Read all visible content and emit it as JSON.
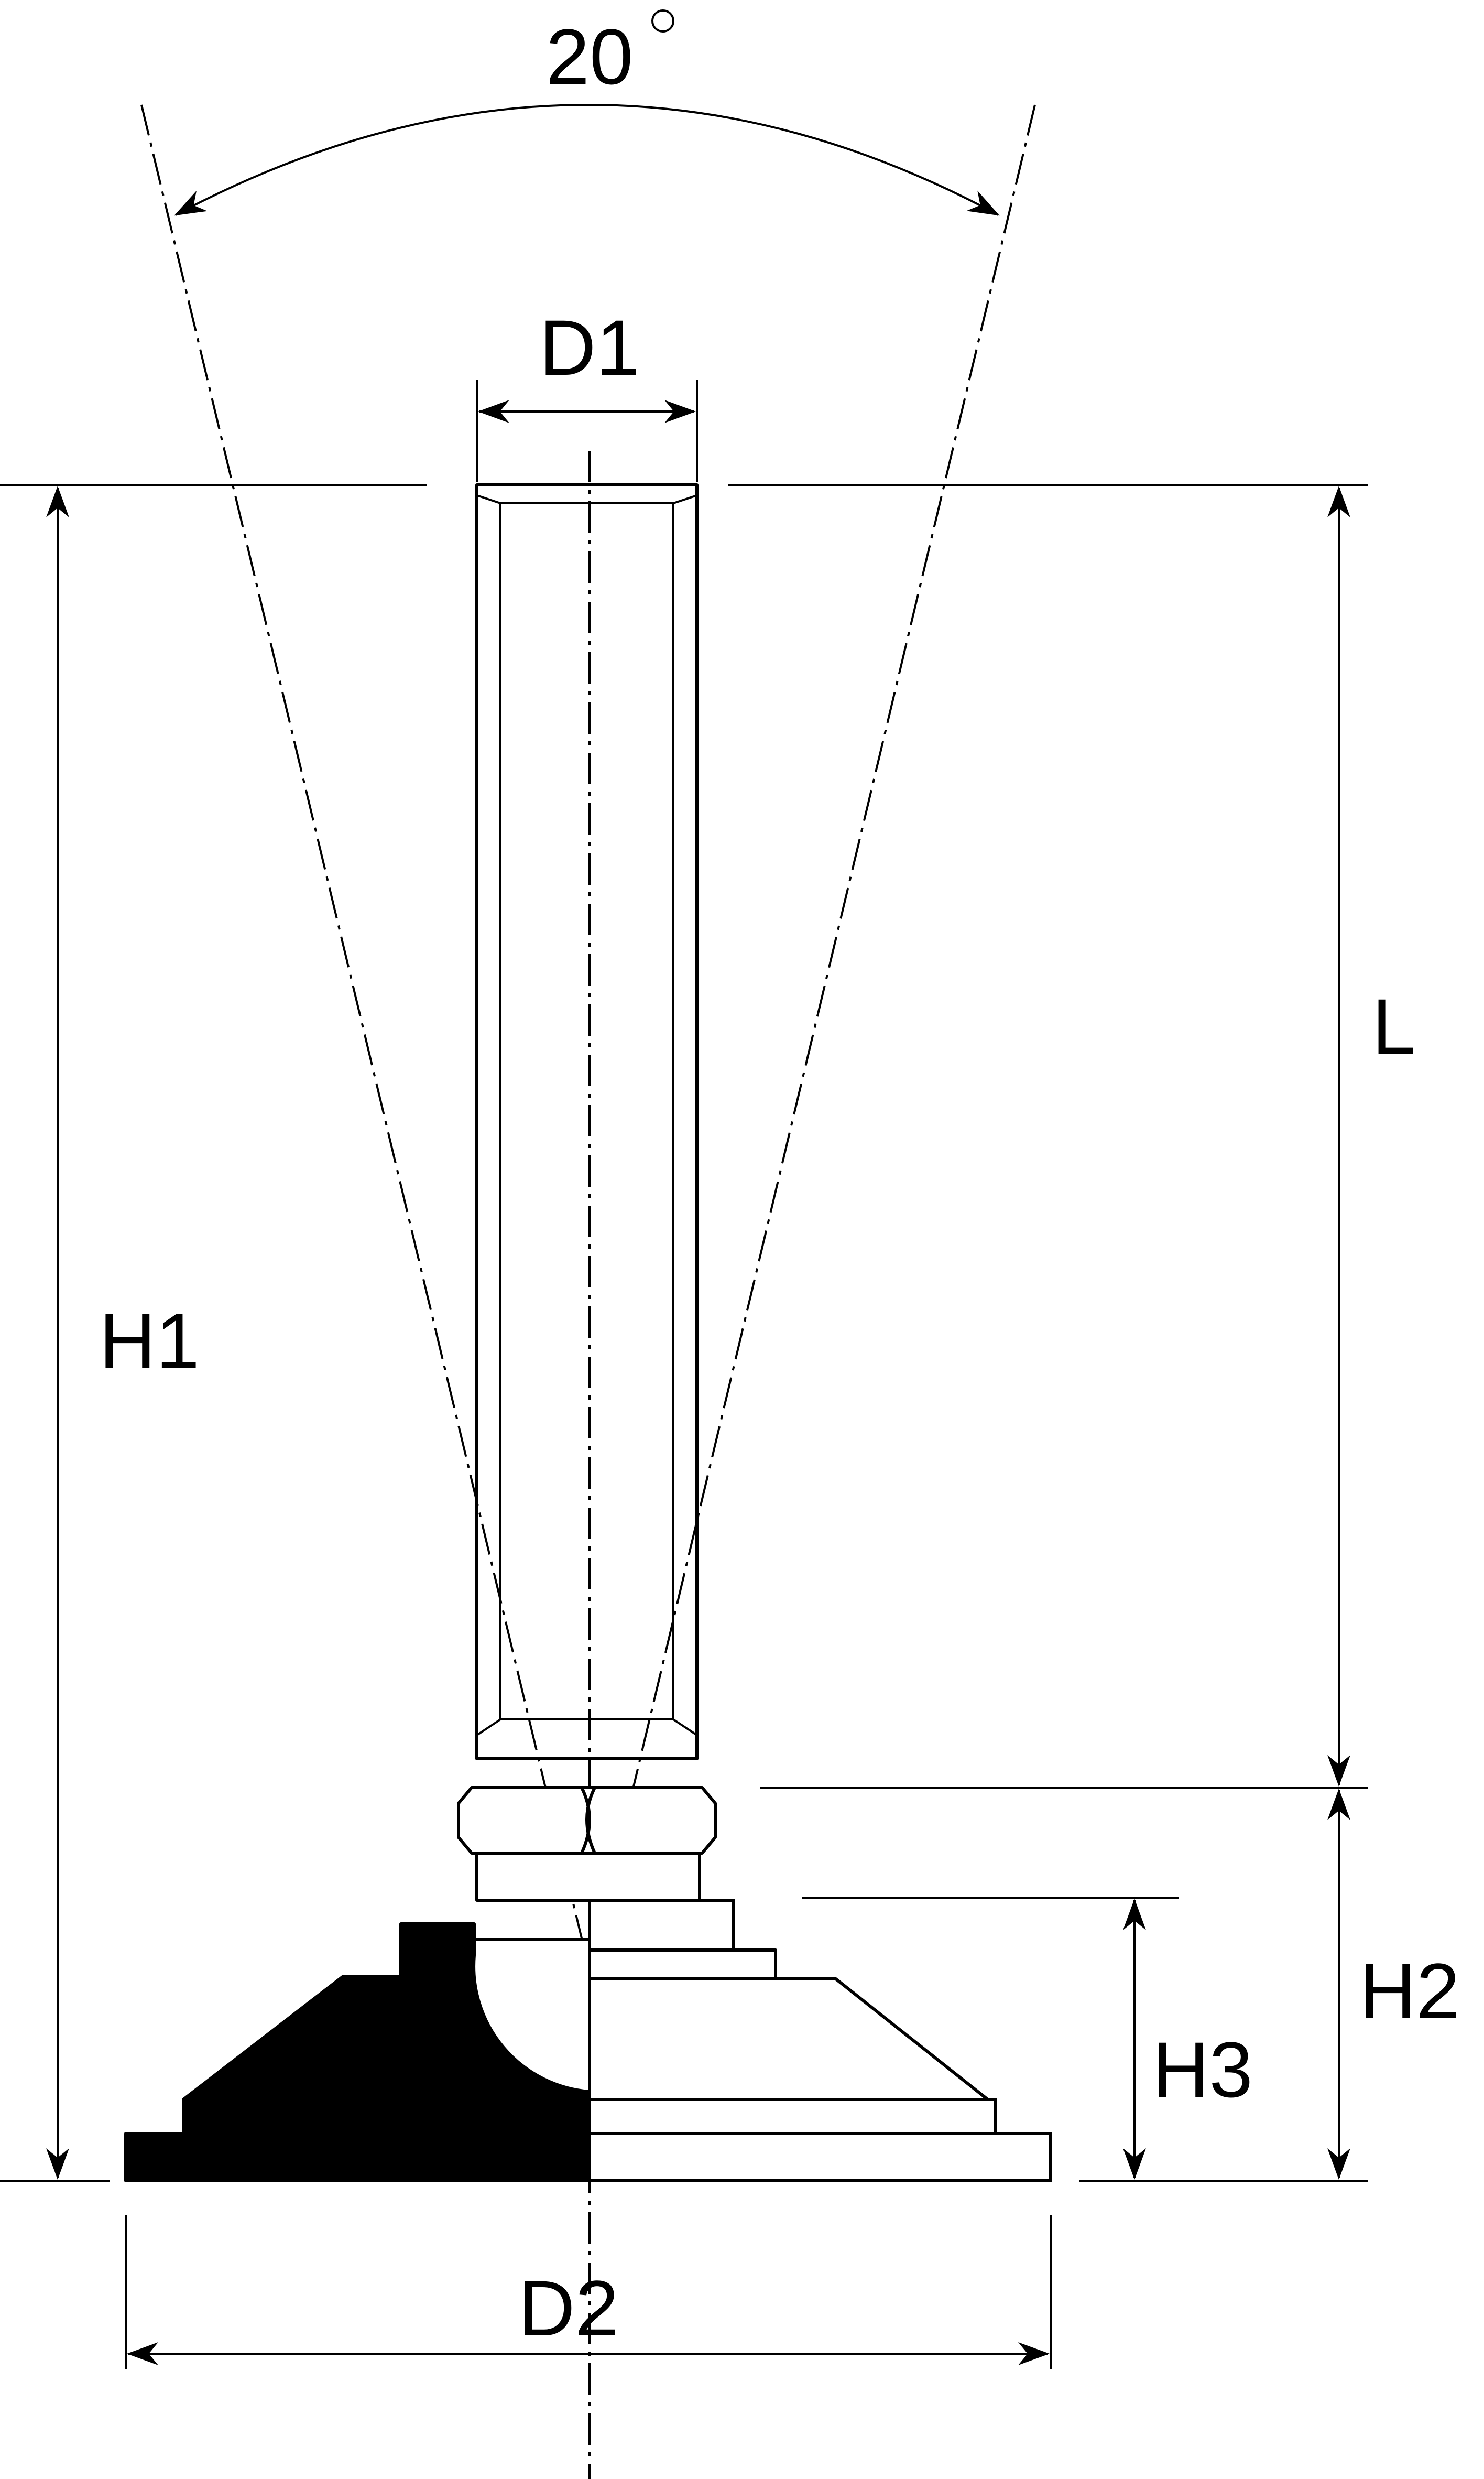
{
  "labels": {
    "angle": "20",
    "angle_unit": "°",
    "d1": "D1",
    "l": "L",
    "h1": "H1",
    "h2": "H2",
    "h3": "H3",
    "d2": "D2"
  }
}
